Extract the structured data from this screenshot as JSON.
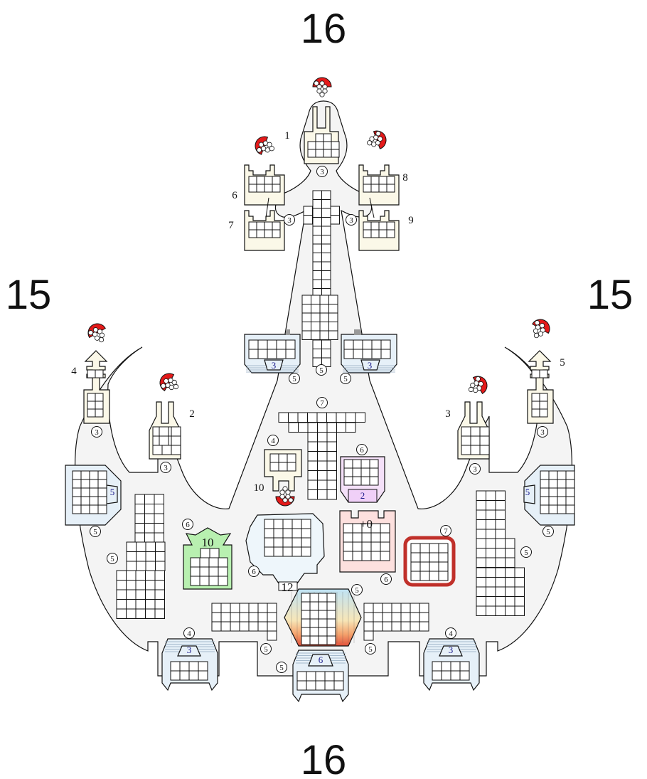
{
  "edges": {
    "top": "16",
    "bottom": "16",
    "left": "15",
    "right": "15"
  },
  "weapon_labels": [
    "1",
    "2",
    "3",
    "4",
    "5",
    "6",
    "7",
    "8",
    "9",
    "10"
  ],
  "circle_values": {
    "top_weapon": "3",
    "left_pair": "3",
    "right_pair": "3",
    "left_sensor": "5",
    "right_sensor": "5",
    "nose": "5",
    "center_t": "7",
    "cmd": "4",
    "purple": "6",
    "left_arm_outer": "3",
    "left_arm_inner": "3",
    "right_arm_outer": "3",
    "right_arm_inner": "3",
    "left_blue": "5",
    "right_blue": "5",
    "left_block": "5",
    "right_block": "5",
    "green": "6",
    "bridge": "6",
    "pink": "6",
    "red": "7",
    "hex": "5",
    "left_wing": "5",
    "right_wing": "5",
    "left_engine": "4",
    "right_engine": "4",
    "center_engine": "5"
  },
  "box_values": {
    "sensor_left": "3",
    "sensor_right": "3",
    "blue_left": "5",
    "blue_right": "5",
    "purple": "2",
    "green": "10",
    "bridge": "12",
    "pink": "+0",
    "engine_left": "3",
    "engine_right": "3",
    "engine_center": "6"
  },
  "colors": {
    "hull": "#f4f4f4",
    "weapon": "#e41a1a",
    "cream": "#fbf8e8",
    "blue": "#e6f0f8",
    "green": "#b8f0b0",
    "pink": "#fde0de",
    "purple": "#f4e0f8",
    "red_border": "#c0302a"
  }
}
